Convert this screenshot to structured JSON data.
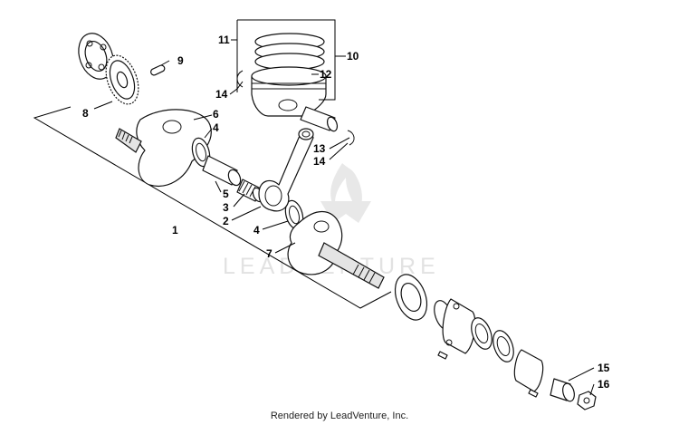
{
  "callouts": {
    "c1": "1",
    "c2": "2",
    "c3": "3",
    "c4a": "4",
    "c4b": "4",
    "c5": "5",
    "c6": "6",
    "c7": "7",
    "c8": "8",
    "c9": "9",
    "c10": "10",
    "c11": "11",
    "c12": "12",
    "c13": "13",
    "c14a": "14",
    "c14b": "14",
    "c15": "15",
    "c16": "16"
  },
  "watermark": {
    "text": "LEADVENTURE",
    "icon": "flame-logo-icon",
    "color": "#e2e2e2"
  },
  "footer": {
    "text": "Rendered by LeadVenture, Inc."
  }
}
